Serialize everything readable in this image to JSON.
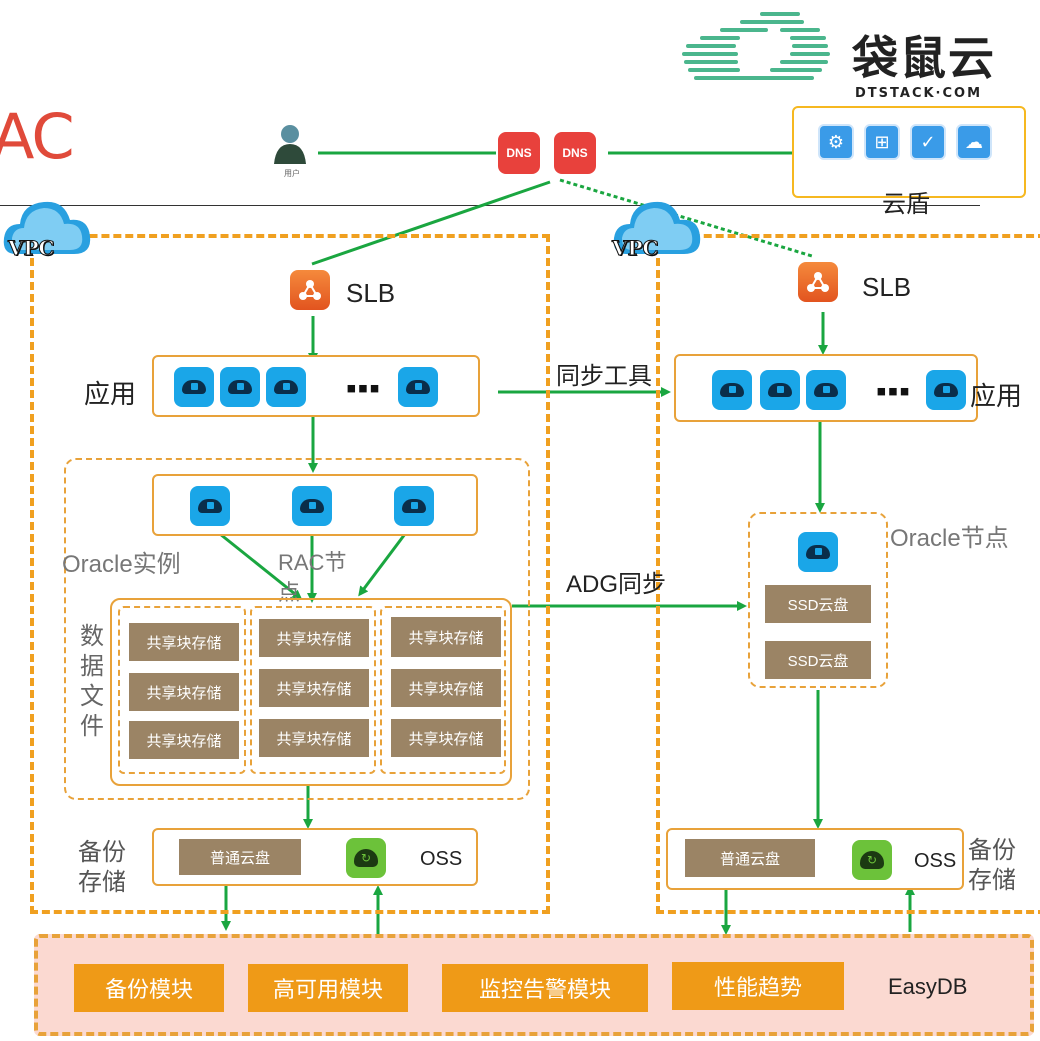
{
  "title_fragment": "AC",
  "logo": {
    "name": "袋鼠云",
    "sub": "DTSTACK·COM"
  },
  "user_caption": "用户",
  "dns_label": "DNS",
  "cloud_shield": {
    "label": "云盾",
    "icons": [
      "gear-shield-icon",
      "firewall-icon",
      "check-shield-icon",
      "cloud-shield-icon"
    ]
  },
  "vpc_label": "VPC",
  "left": {
    "slb": "SLB",
    "app_label": "应用",
    "oracle_label": "Oracle实例",
    "rac_label": "RAC节点",
    "data_file_label": "数据文件",
    "columns": [
      [
        "共享块存储",
        "共享块存储",
        "共享块存储"
      ],
      [
        "共享块存储",
        "共享块存储",
        "共享块存储"
      ],
      [
        "共享块存储",
        "共享块存储",
        "共享块存储"
      ]
    ],
    "backup_label": "备份存储",
    "disk": "普通云盘",
    "oss": "OSS"
  },
  "right": {
    "slb": "SLB",
    "app_label": "应用",
    "oracle_label": "Oracle节点",
    "ssd": [
      "SSD云盘",
      "SSD云盘"
    ],
    "backup_label": "备份存储",
    "disk": "普通云盘",
    "oss": "OSS"
  },
  "sync_tool": "同步工具",
  "adg_sync": "ADG同步",
  "easydb": {
    "modules": [
      "备份模块",
      "高可用模块",
      "监控告警模块",
      "性能趋势"
    ],
    "name": "EasyDB"
  },
  "colors": {
    "accent": "#e8a23a",
    "arrow": "#1aa640",
    "storage": "#9b8465",
    "module": "#ef9a17"
  }
}
